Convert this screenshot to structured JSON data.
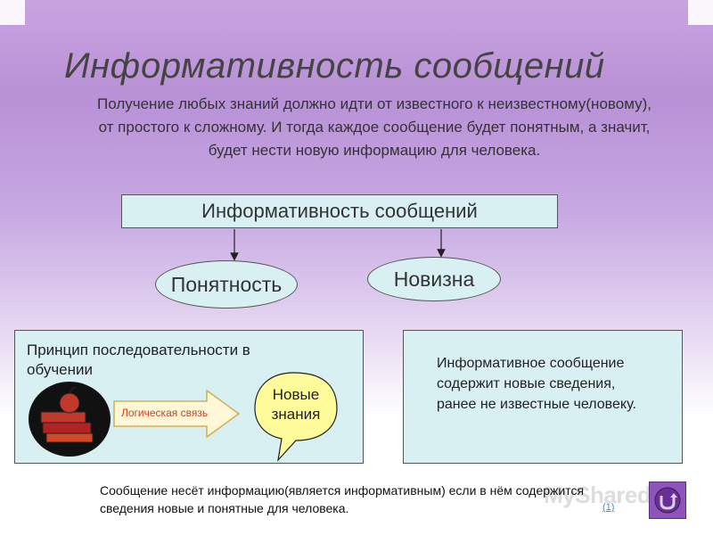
{
  "slide": {
    "title": "Информативность сообщений",
    "intro": "Получение любых знаний должно идти от известного к неизвестному(новому), от простого к сложному. И тогда каждое сообщение будет понятным, а значит, будет нести новую информацию для человека."
  },
  "diagram": {
    "root": "Информативность сообщений",
    "children": [
      "Понятность",
      "Новизна"
    ]
  },
  "panels": {
    "left": {
      "heading": "Принцип последовательности в обучении",
      "arrow_label": "Логическая связь",
      "bubble": "Новые знания"
    },
    "right": {
      "text": "Информативное сообщение содержит новые сведения, ранее не известные человеку."
    }
  },
  "footer": {
    "text": "Сообщение несёт информацию(является информативным) если в нём содержится сведения новые и понятные для человека.",
    "link": "(1)"
  },
  "watermark": "MyShared",
  "icons": {
    "book_icon": "books-apple-icon",
    "nav_icon": "return-arrow-icon"
  },
  "colors": {
    "box_fill": "#d9f0f2",
    "arrow_label": "#d63c1e",
    "nav_button": "#8d55b9"
  }
}
